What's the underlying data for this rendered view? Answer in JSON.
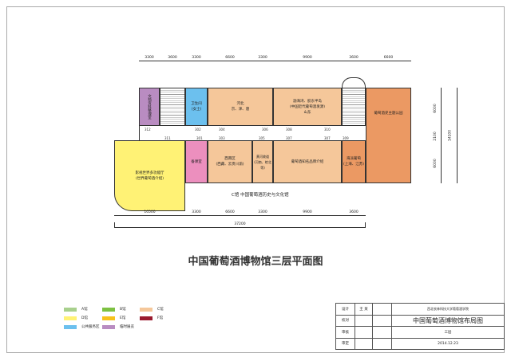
{
  "top_dims": [
    "3300",
    "3600",
    "3300",
    "6600",
    "3300",
    "9900",
    "3600",
    "6600"
  ],
  "bottom_dims": [
    "10500",
    "3300",
    "6600",
    "3300",
    "9900",
    "3600"
  ],
  "bottom_total": "37200",
  "right_dims": [
    "6000",
    "2100",
    "6000"
  ],
  "right_total": "14100",
  "rooms": {
    "archive": "文档资料整理室",
    "toilet": [
      "卫生间",
      "(女士)"
    ],
    "hebei": [
      "河北",
      "京、津、唐"
    ],
    "shandong": [
      "渤海湾、胶东半岛",
      "(中国近代葡萄酒发源)",
      "山东"
    ],
    "park": "葡萄酒史主题公园",
    "theater": [
      "影视世界多功能厅",
      "(世界葡萄酒介绍)"
    ],
    "prep": "备课室",
    "southwest": [
      "西南区",
      "(西藏、云贵川渝)"
    ],
    "yellowriver": [
      "黄河故道",
      "(河南、皖北等)"
    ],
    "brands": "葡萄酒知名品牌介绍",
    "shanghai": [
      "海派葡萄",
      "(上海、江苏)"
    ]
  },
  "room_numbers": {
    "upper": [
      "312",
      "302",
      "304",
      "306",
      "308",
      "310"
    ],
    "lower": [
      "311",
      "301",
      "303",
      "305",
      "307",
      "307",
      "309"
    ]
  },
  "caption": "C馆 中国葡萄酒历史与文化馆",
  "title": "中国葡萄酒博物馆三层平面图",
  "legend": [
    {
      "label": "A馆",
      "color": "#a8d08d"
    },
    {
      "label": "B馆",
      "color": "#7dc142"
    },
    {
      "label": "C馆",
      "color": "#f5c79a"
    },
    {
      "label": "D馆",
      "color": "#fff275"
    },
    {
      "label": "E馆",
      "color": "#f7c21b"
    },
    {
      "label": "F馆",
      "color": "#9a1a2e"
    },
    {
      "label": "公共服务区",
      "color": "#6cc0ee"
    },
    {
      "label": "临时展览",
      "color": "#b98cc1"
    }
  ],
  "titleblock": {
    "design": "设计",
    "designer": "王 某",
    "check": "校对",
    "review": "审核",
    "approve": "审定",
    "org": "西北农林科技大学葡萄酒学院",
    "drawing": "中国葡萄酒博物馆布局图",
    "floor": "三层",
    "date": "2014.12.23"
  }
}
